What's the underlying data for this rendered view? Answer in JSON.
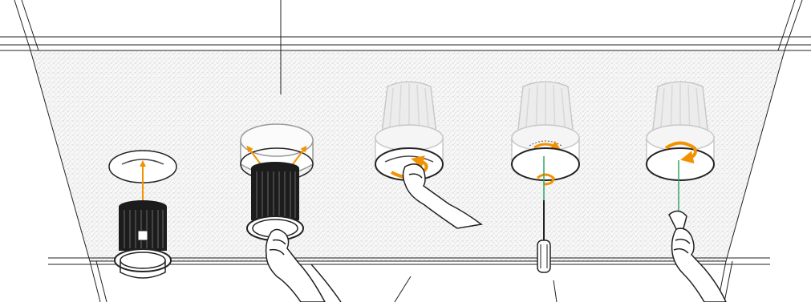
{
  "diagram": {
    "description_text": [],
    "steps": [
      {
        "id": "step-1",
        "action": "insert-module-up",
        "arrow_color": "#f39200"
      },
      {
        "id": "step-2",
        "action": "push-trim-into-housing",
        "arrow_color": "#f39200"
      },
      {
        "id": "step-3",
        "action": "rotate-trim-by-hand",
        "arrow_color": "#f39200"
      },
      {
        "id": "step-4",
        "action": "rotate-with-screwdriver",
        "arrow_color": "#f39200",
        "guide_color": "#2fa866"
      },
      {
        "id": "step-5",
        "action": "rotate-with-tool",
        "arrow_color": "#f39200",
        "guide_color": "#2fa866"
      }
    ],
    "colors": {
      "accent": "#f39200",
      "guide": "#2fa866",
      "line": "#222222",
      "ghost": "#c8c8c8",
      "ceiling": "#f2f2f2"
    }
  }
}
